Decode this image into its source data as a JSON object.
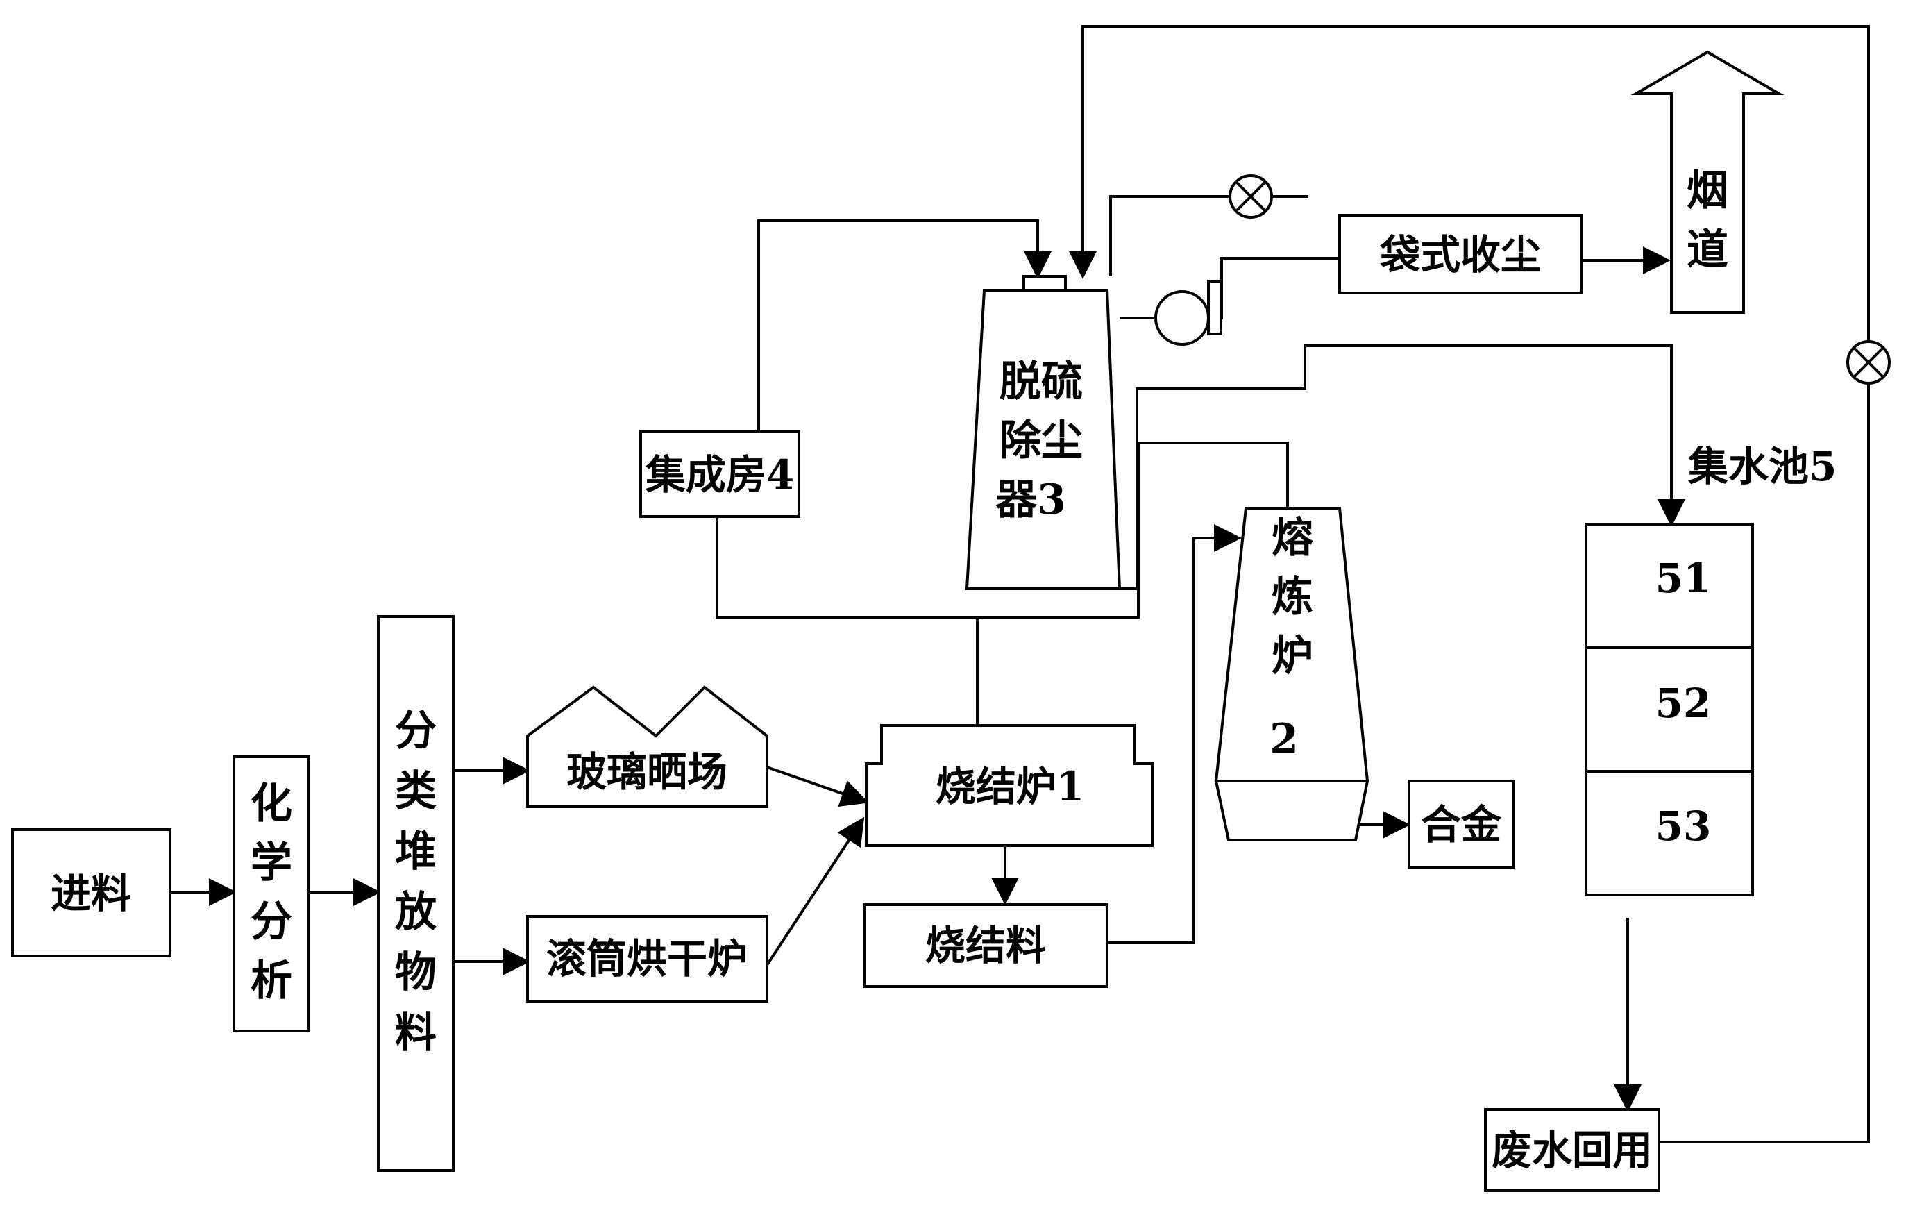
{
  "nodes": {
    "feed": "进料",
    "chemical_analysis": "化学分析",
    "classify_stack": "分类堆放物料",
    "glass_yard": "玻璃晒场",
    "drum_dryer": "滚筒烘干炉",
    "sinter_furnace": "烧结炉1",
    "sinter_material": "烧结料",
    "smelting_furnace": "熔炼炉2",
    "alloy": "合金",
    "desulfurizer": "脱硫除尘器3",
    "integrated_room": "集成房4",
    "bag_filter": "袋式收尘",
    "flue": "烟道",
    "water_pool": "集水池5",
    "pool_sections": [
      "51",
      "52",
      "53"
    ],
    "wastewater_reuse": "废水回用"
  },
  "diagram_text": {
    "chemical_analysis_chars": [
      "化",
      "学",
      "分",
      "析"
    ],
    "classify_stack_chars": [
      "分",
      "类",
      "堆",
      "放",
      "物",
      "料"
    ],
    "smelting_chars": [
      "熔",
      "炼",
      "炉",
      "2"
    ],
    "flue_chars": [
      "烟",
      "道"
    ],
    "desulfurizer_lines": [
      "脱硫",
      "除尘",
      "器3"
    ]
  }
}
